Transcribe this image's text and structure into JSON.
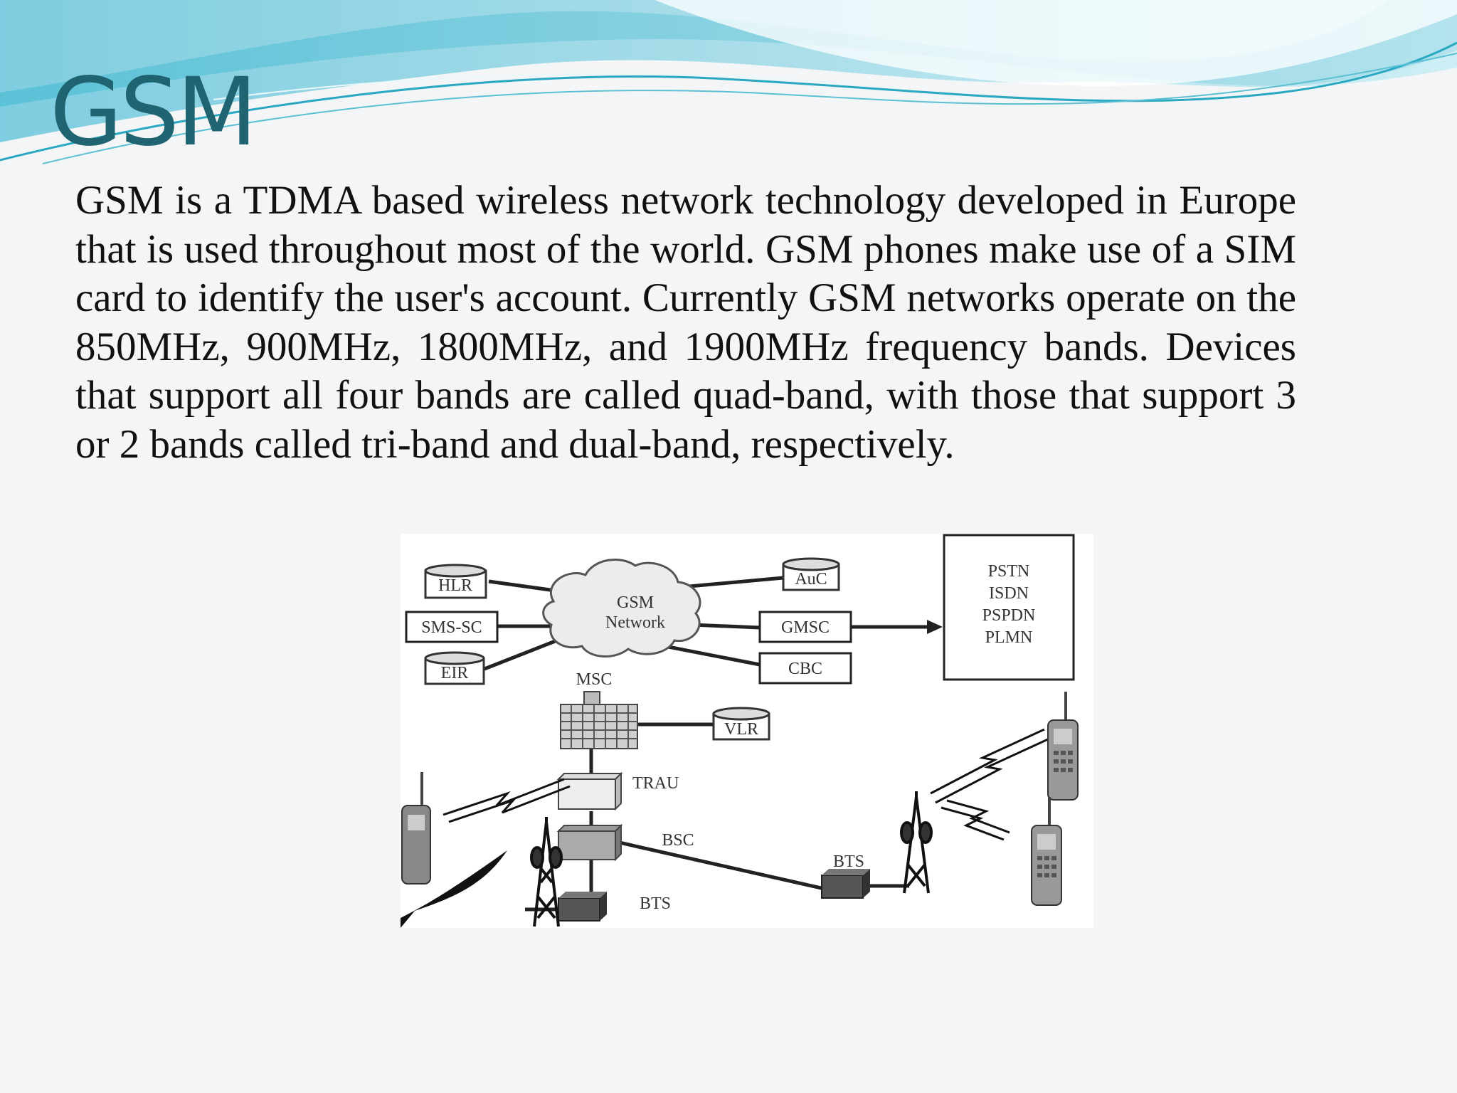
{
  "slide": {
    "title": "GSM",
    "body": "GSM is a TDMA based wireless network technology developed in Europe that is used throughout most of the world. GSM phones make use of a SIM card to identify the user's account. Currently GSM networks operate on the 850MHz, 900MHz, 1800MHz, and 1900MHz frequency bands. Devices that support all four bands are called quad-band, with those that support 3 or 2 bands called tri-band and dual-band, respectively."
  },
  "diagram": {
    "hlr": "HLR",
    "sms_sc": "SMS-SC",
    "eir": "EIR",
    "cloud_line1": "GSM",
    "cloud_line2": "Network",
    "auc": "AuC",
    "gmsc": "GMSC",
    "cbc": "CBC",
    "pstn": "PSTN",
    "isdn": "ISDN",
    "pspdn": "PSPDN",
    "plmn": "PLMN",
    "msc": "MSC",
    "vlr": "VLR",
    "trau": "TRAU",
    "bsc": "BSC",
    "bts_left": "BTS",
    "bts_right": "BTS"
  },
  "colors": {
    "title": "#1f6470",
    "background": "#f4f5f6",
    "banner_light": "#bfe6f0",
    "banner_mid": "#6cc3d6"
  }
}
